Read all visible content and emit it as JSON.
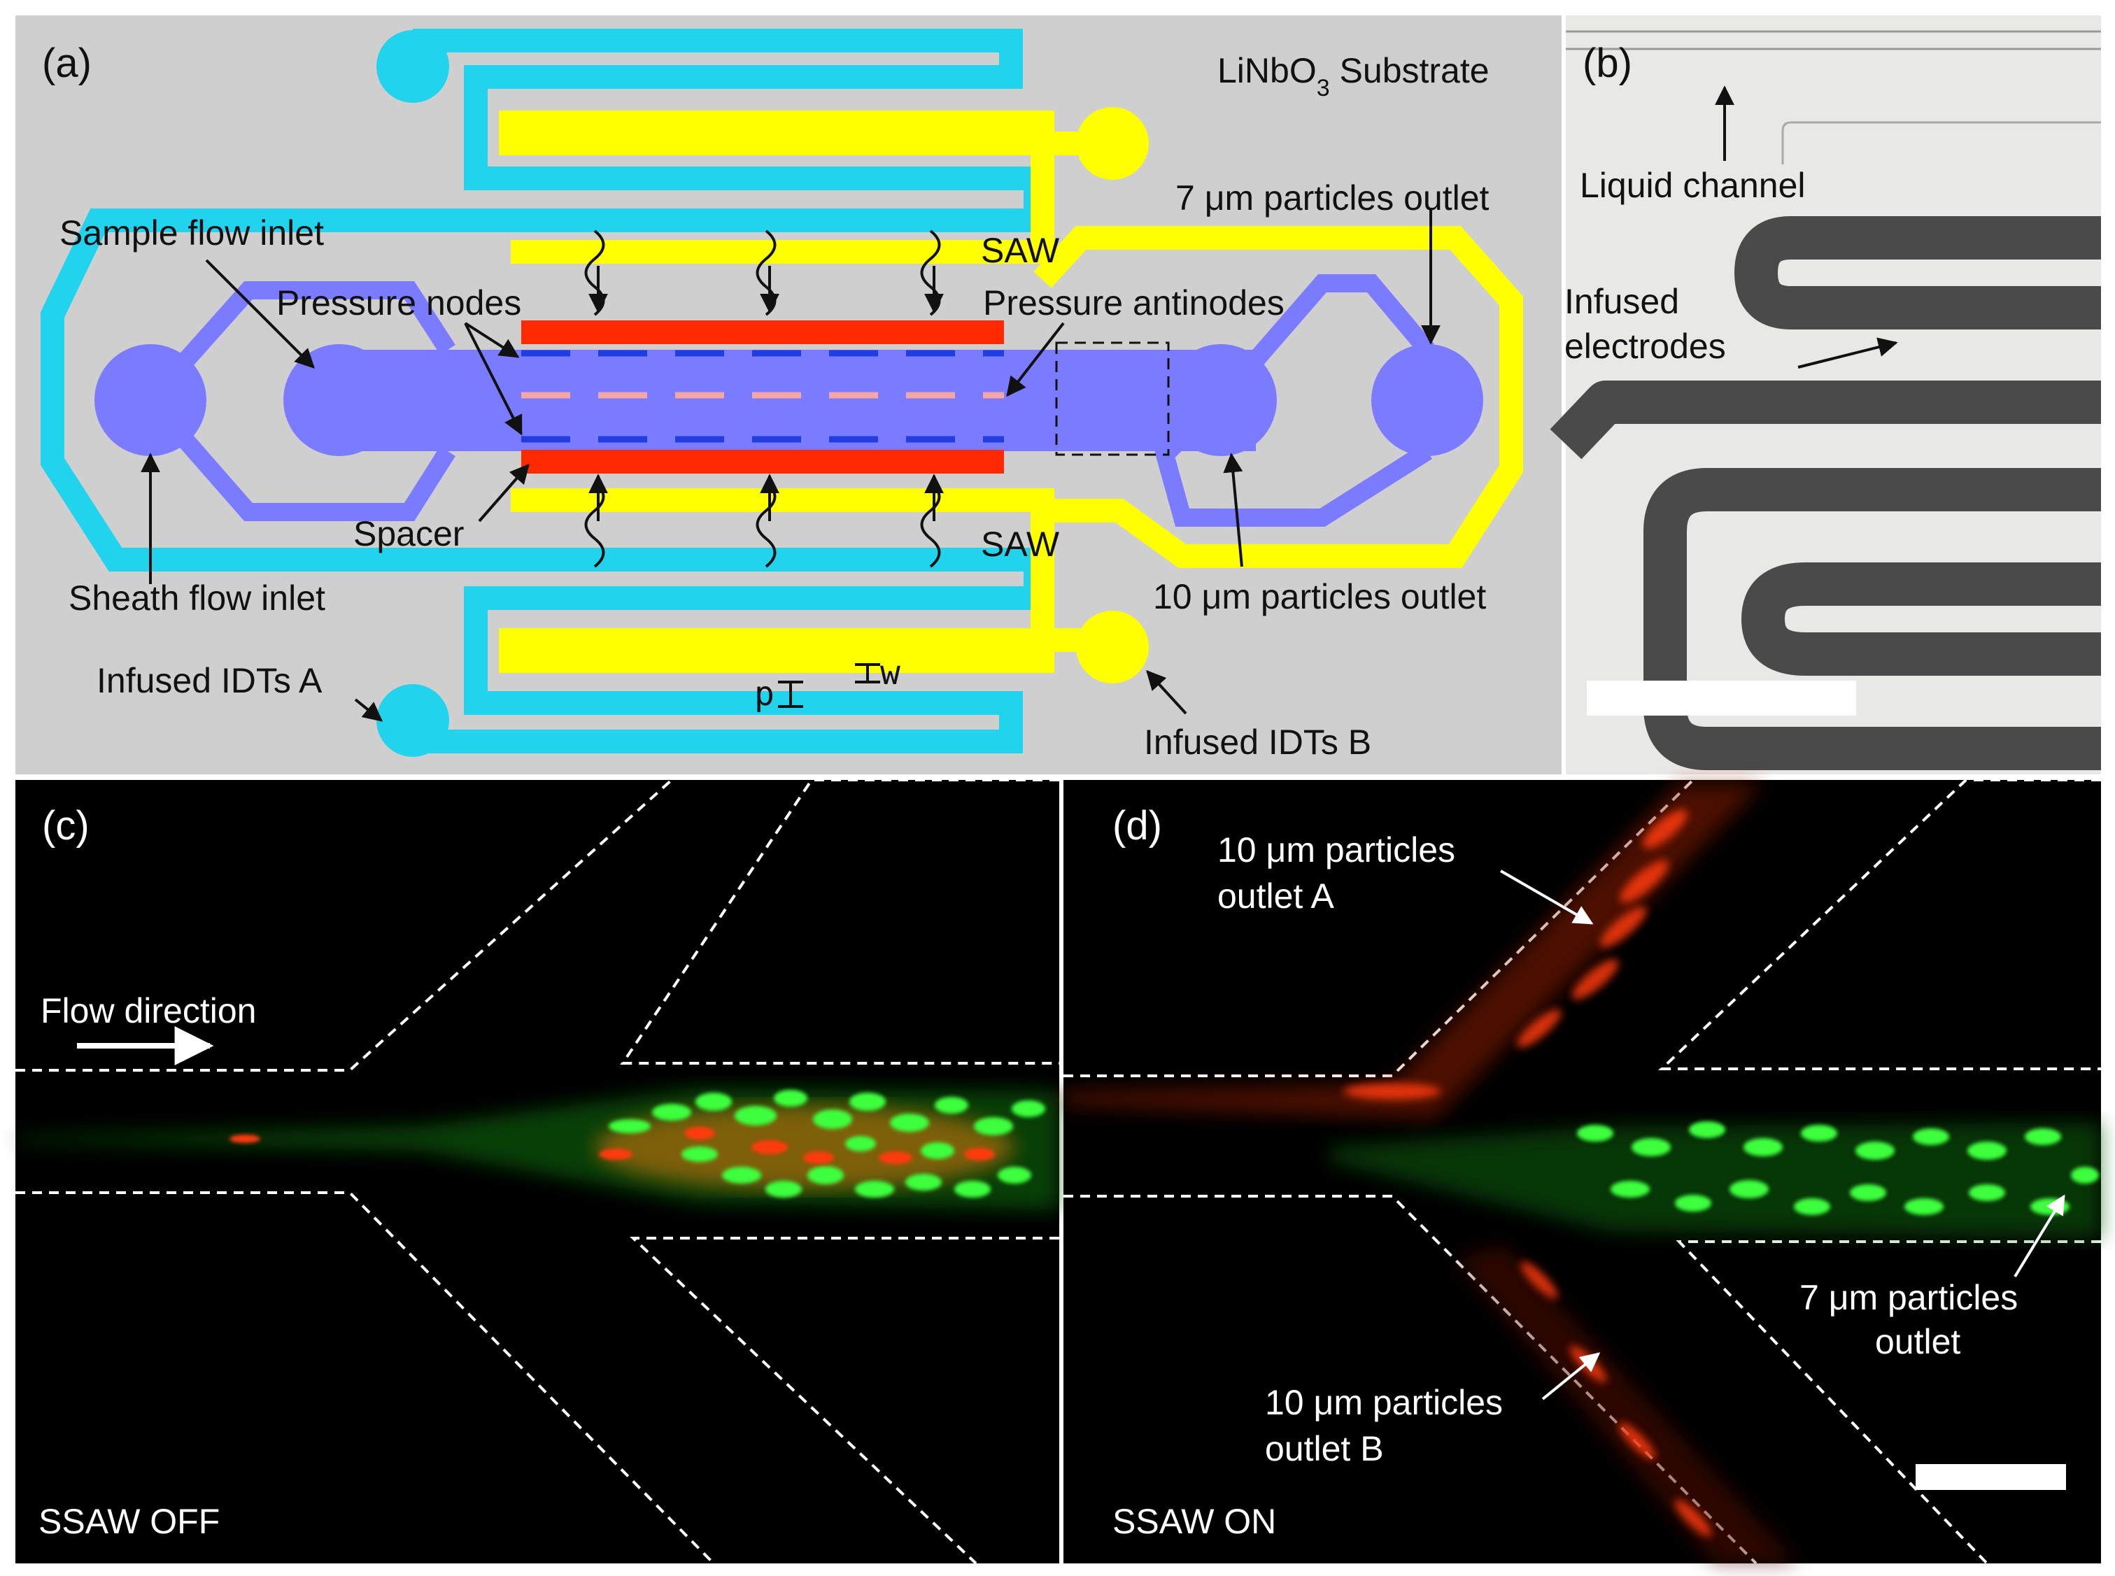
{
  "panel_a": {
    "tag": "(a)",
    "substrate_label": "LiNbO",
    "substrate_sub": "3",
    "substrate_suffix": " Substrate",
    "sample_inlet": "Sample flow inlet",
    "pressure_nodes": "Pressure nodes",
    "pressure_antinodes": "Pressure antinodes",
    "saw_top": "SAW",
    "saw_bottom": "SAW",
    "outlet_7": "7 μm particles outlet",
    "outlet_10": "10 μm particles outlet",
    "spacer": "Spacer",
    "sheath_inlet": "Sheath flow inlet",
    "idt_a": "Infused IDTs A",
    "idt_b": "Infused IDTs B",
    "dim_p": "p",
    "dim_w": "w"
  },
  "panel_b": {
    "tag": "(b)",
    "liquid_channel": "Liquid channel",
    "infused_line1": "Infused",
    "infused_line2": "electrodes"
  },
  "panel_c": {
    "tag": "(c)",
    "flow_direction": "Flow direction",
    "status": "SSAW OFF"
  },
  "panel_d": {
    "tag": "(d)",
    "outlet_a_line1": "10 μm particles",
    "outlet_a_line2": "outlet A",
    "outlet_b_line1": "10 μm particles",
    "outlet_b_line2": "outlet B",
    "outlet_7_line1": "7 μm particles",
    "outlet_7_line2": "outlet",
    "status": "SSAW ON"
  },
  "colors": {
    "substrate": "#cfcfcf",
    "idt_cyan": "#22d3ee",
    "idt_yellow": "#ffff00",
    "channel": "#7b7bff",
    "spacer_red": "#ff2a00",
    "node_blue": "#1f3de0",
    "antinode_pink": "#f4a6a6",
    "particle_green": "#3cff3c",
    "particle_red": "#ff3b10"
  }
}
